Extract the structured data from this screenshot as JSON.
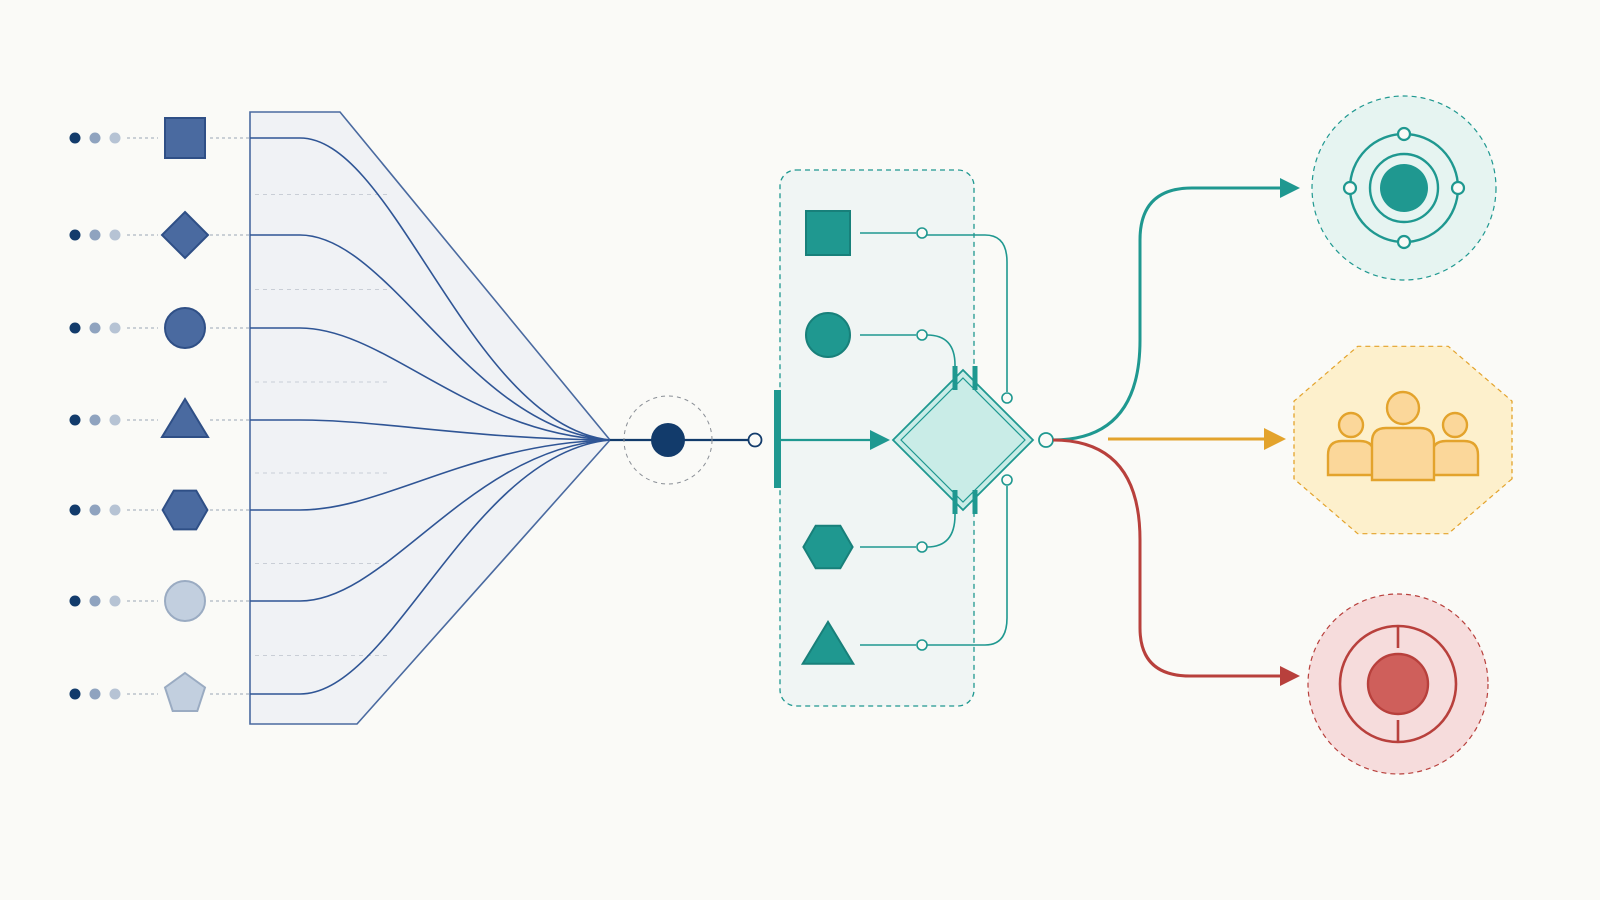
{
  "colors": {
    "background": "#fafaf7",
    "navy": "#123b6b",
    "input_blue": "#4a6aa0",
    "input_light": "#c2cfdf",
    "funnel_fill": "#f0f2f5",
    "teal": "#1f9890",
    "teal_light": "#c9ece7",
    "amber": "#e3a32c",
    "amber_fill": "#fdf0cc",
    "red": "#b8403c",
    "red_light": "#f6dcdc"
  },
  "inputs": [
    {
      "shape": "square",
      "tone": "dark"
    },
    {
      "shape": "diamond",
      "tone": "dark"
    },
    {
      "shape": "circle",
      "tone": "dark"
    },
    {
      "shape": "triangle",
      "tone": "dark"
    },
    {
      "shape": "hexagon",
      "tone": "dark"
    },
    {
      "shape": "circle",
      "tone": "light"
    },
    {
      "shape": "pentagon",
      "tone": "light"
    }
  ],
  "processor_shapes": [
    "square",
    "circle",
    "hexagon",
    "triangle"
  ],
  "outputs": [
    {
      "kind": "target",
      "color": "teal",
      "icon": "orbit-icon"
    },
    {
      "kind": "group",
      "color": "amber",
      "icon": "people-icon"
    },
    {
      "kind": "stop",
      "color": "red",
      "icon": "target-icon"
    }
  ]
}
